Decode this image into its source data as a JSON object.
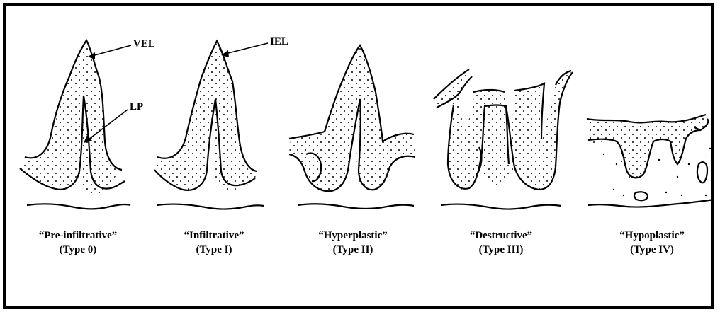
{
  "annotations": {
    "vel": "VEL",
    "iel": "IEL",
    "lp": "LP"
  },
  "panels": [
    {
      "name": "“Pre-infiltrative”",
      "type": "(Type 0)"
    },
    {
      "name": "“Infiltrative”",
      "type": "(Type I)"
    },
    {
      "name": "“Hyperplastic”",
      "type": "(Type II)"
    },
    {
      "name": "“Destructive”",
      "type": "(Type III)"
    },
    {
      "name": "“Hypoplastic”",
      "type": "(Type IV)"
    }
  ],
  "colors": {
    "line": "#000000",
    "background": "#ffffff"
  }
}
